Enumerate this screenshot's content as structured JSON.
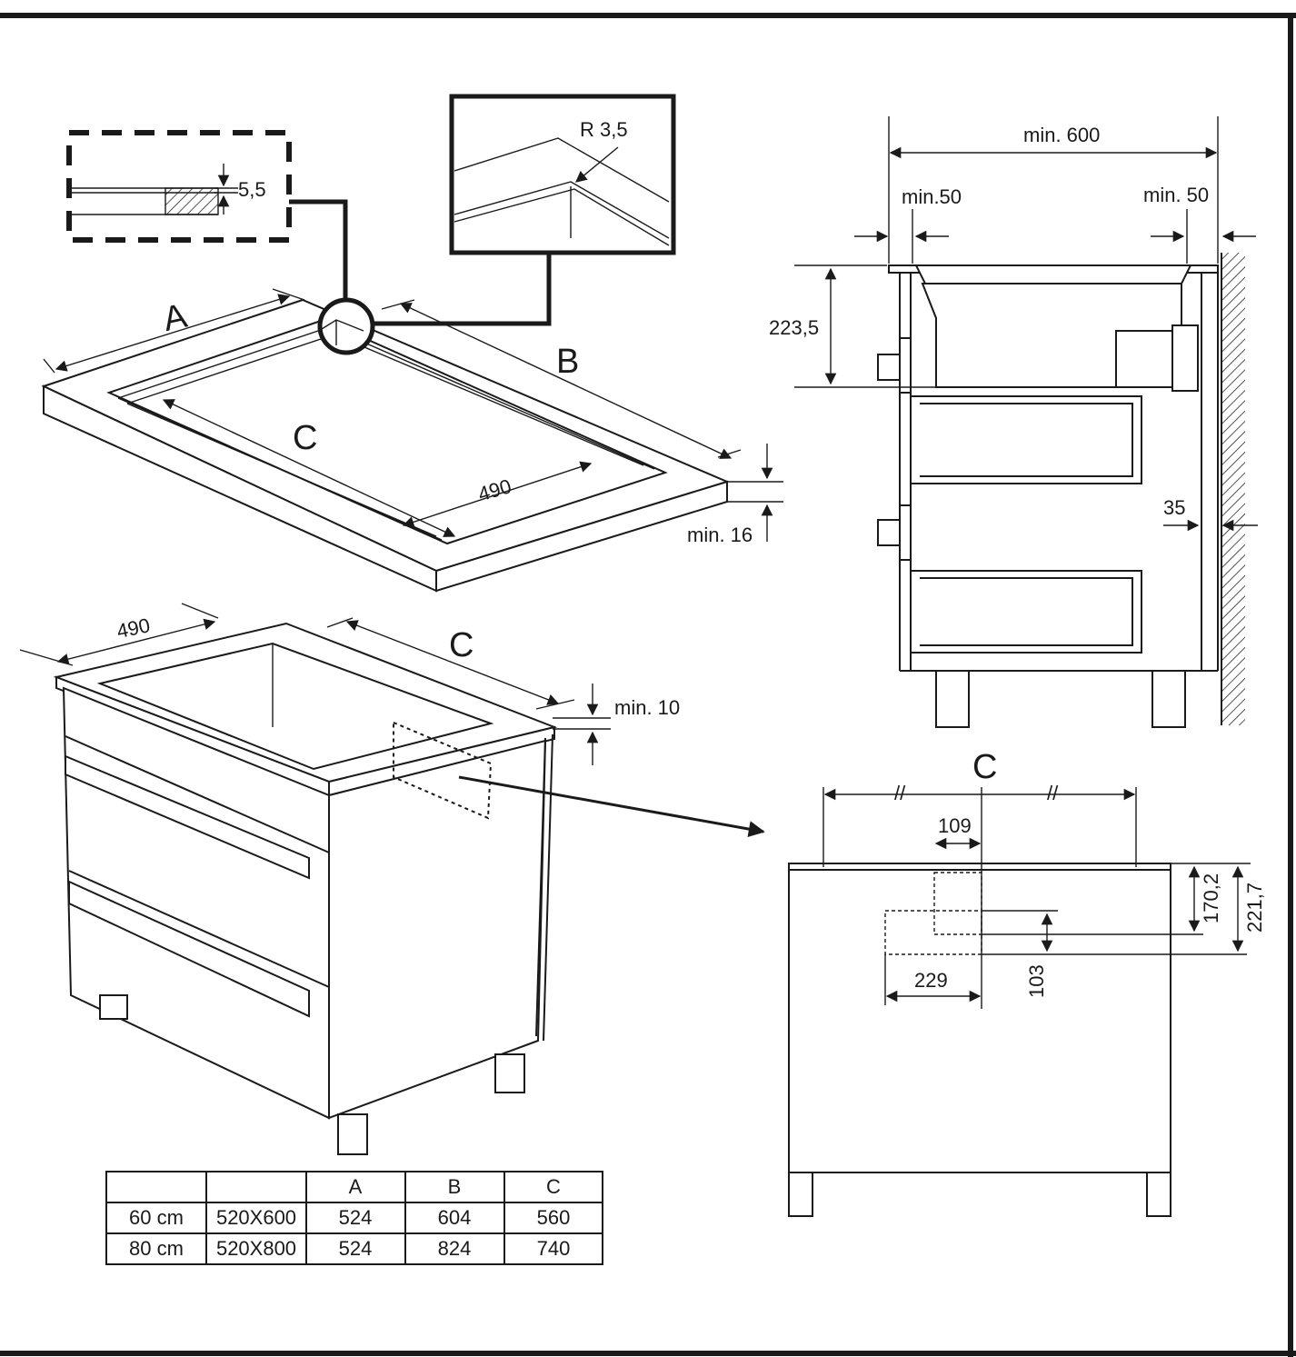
{
  "labels": {
    "a": "A",
    "b": "B",
    "c": "C",
    "c2": "C",
    "c3": "C",
    "detail_5_5": "5,5",
    "radius": "R 3,5",
    "cut_490": "490",
    "cab_490": "490",
    "min16": "min. 16",
    "min10": "min. 10",
    "min600": "min. 600",
    "min50_left": "min.50",
    "min50_right": "min. 50",
    "h223_5": "223,5",
    "d35": "35",
    "d109": "109",
    "d229": "229",
    "d103": "103",
    "d170_2": "170,2",
    "d221_7": "221,7"
  },
  "table": {
    "headers": [
      "",
      "",
      "A",
      "B",
      "C"
    ],
    "rows": [
      [
        "60 cm",
        "520X600",
        "524",
        "604",
        "560"
      ],
      [
        "80 cm",
        "520X800",
        "524",
        "824",
        "740"
      ]
    ]
  }
}
